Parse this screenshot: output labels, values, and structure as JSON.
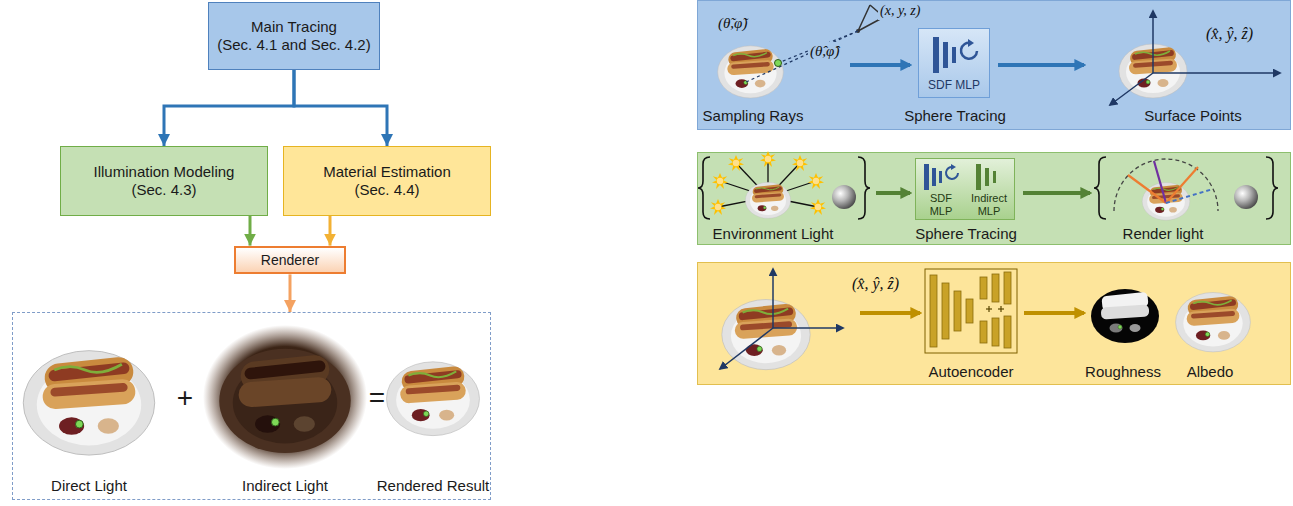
{
  "diagram": {
    "nodes": [
      {
        "text": [
          "Main Tracing (Sec. 4.1 and Sec. 4.2)"
        ]
      },
      {
        "text": [
          "Illumination Modeling (Sec. 4.3)"
        ]
      },
      {
        "text": [
          "Material Estimation (Sec. 4.4)"
        ]
      },
      {
        "text": [
          "Renderer"
        ]
      },
      {
        "text": [
          "Direct Light",
          "+",
          "Indirect Light",
          "=",
          "Rendered Result"
        ]
      },
      {
        "text": [
          "Sampling Rays",
          "Sphere Tracing",
          "Surface Points"
        ]
      },
      {
        "text": [
          "SDF MLP"
        ],
        "in": 5
      },
      {
        "text": [
          "Environment Light",
          "Sphere Tracing",
          "Render light"
        ]
      },
      {
        "text": [
          "SDF MLP",
          "Indirect MLP"
        ],
        "in": 7
      },
      {
        "text": [
          "Autoencoder",
          "Roughness",
          "Albedo"
        ]
      }
    ],
    "edges": [
      {
        "from": 0,
        "to": 1,
        "arrow": "to"
      },
      {
        "from": 0,
        "to": 2,
        "arrow": "to"
      },
      {
        "from": 1,
        "to": 3,
        "arrow": "to"
      },
      {
        "from": 2,
        "to": 3,
        "arrow": "to"
      },
      {
        "from": 3,
        "to": 4,
        "arrow": "to"
      }
    ],
    "labels": [
      "(x, y, z)",
      "(θ̃,φ̃)",
      "(θ̂,φ̂)",
      "(x̂, ŷ, ẑ)",
      "(x̂, ŷ, ẑ)"
    ]
  }
}
